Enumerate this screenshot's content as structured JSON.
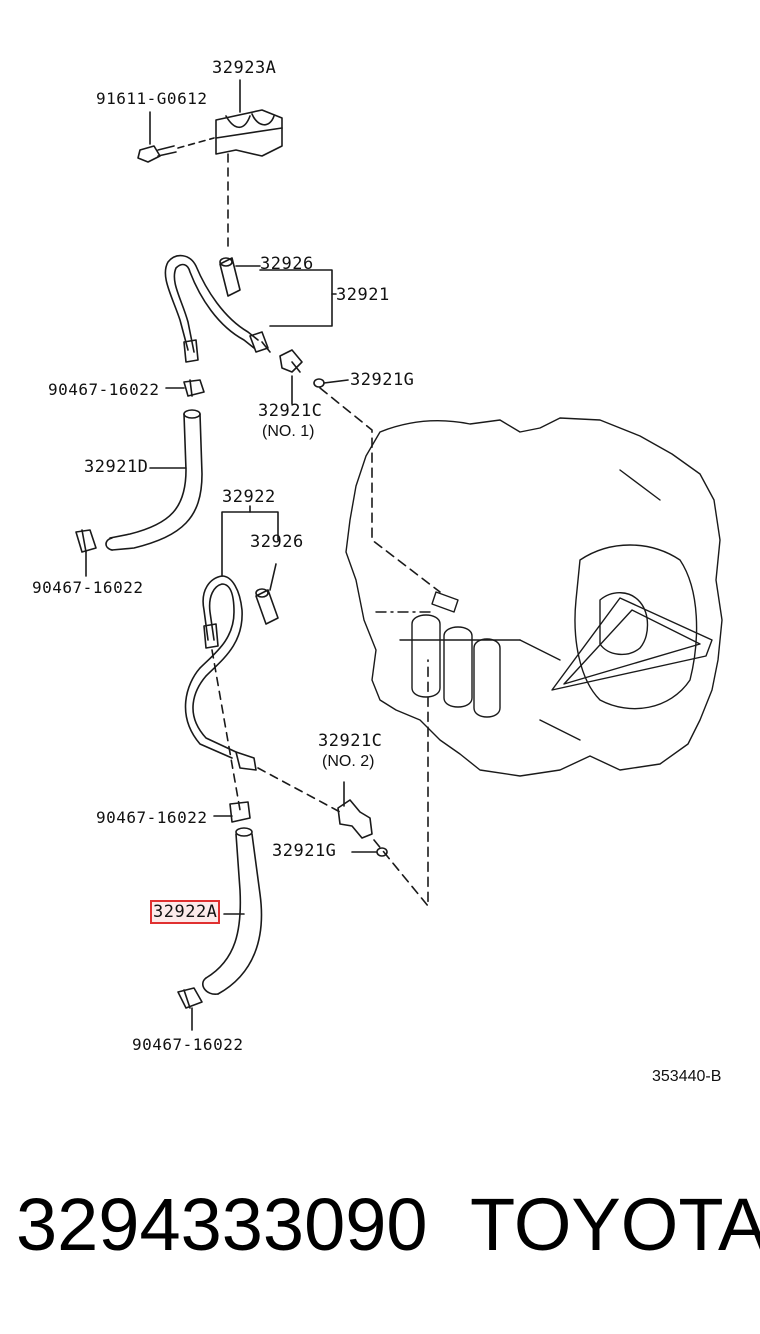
{
  "callouts": {
    "p32923A": "32923A",
    "p91611": "91611-G0612",
    "p32926_top": "32926",
    "p32921": "32921",
    "p90467_a": "90467-16022",
    "p32921G_top": "32921G",
    "p32921C_top": "32921C",
    "p32921C_top_note": "(NO. 1)",
    "p32921D": "32921D",
    "p32922": "32922",
    "p32926_mid": "32926",
    "p90467_b": "90467-16022",
    "p32921C_bottom": "32921C",
    "p32921C_bottom_note": "(NO. 2)",
    "p90467_c": "90467-16022",
    "p32921G_bottom": "32921G",
    "p32922A": "32922A",
    "p90467_d": "90467-16022",
    "diagram_code": "353440-B"
  },
  "footer": {
    "part_number": "3294333090",
    "brand": "TOYOTA"
  },
  "colors": {
    "line": "#1a1a1a",
    "highlight": "#e03030"
  }
}
